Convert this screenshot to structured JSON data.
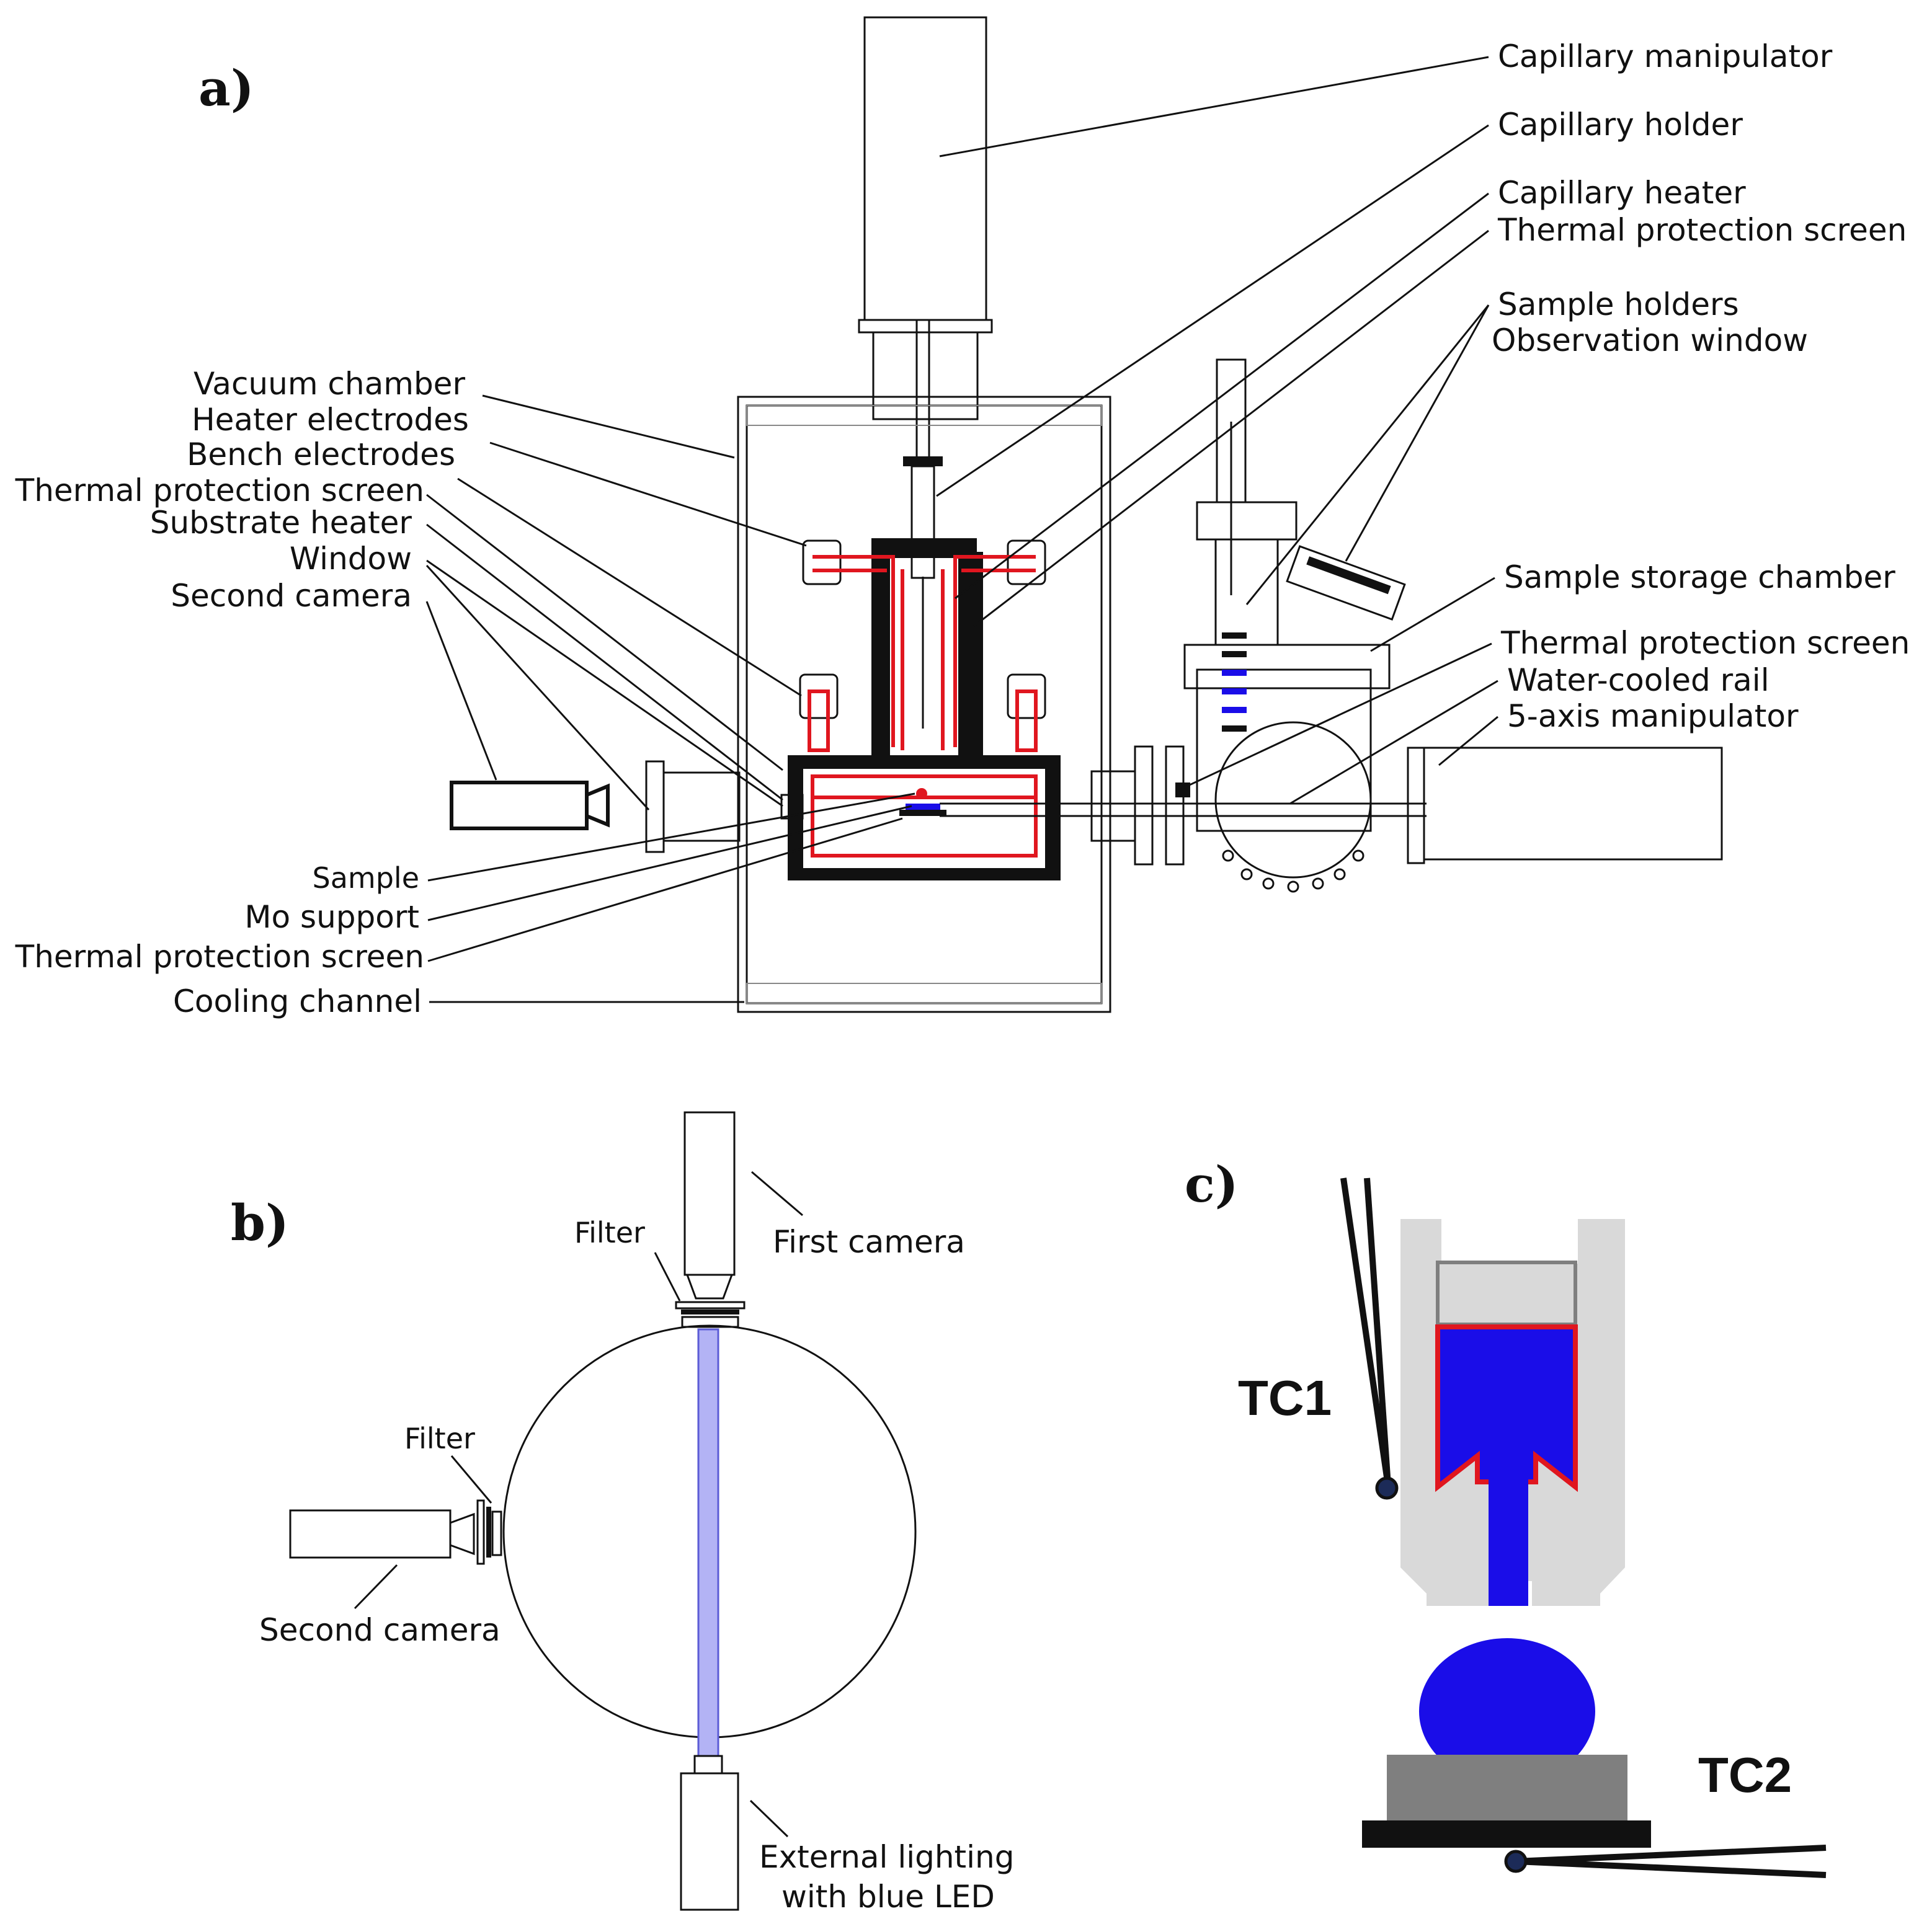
{
  "panels": {
    "a": "a)",
    "b": "b)",
    "c": "c)"
  },
  "panel_a": {
    "labels_right": {
      "capillary_manipulator": "Capillary manipulator",
      "capillary_holder": "Capillary holder",
      "capillary_heater": "Capillary heater",
      "thermal_protection_screen_1": "Thermal protection screen",
      "sample_holders": "Sample holders",
      "observation_window": "Observation window",
      "sample_storage_chamber": "Sample storage chamber",
      "thermal_protection_screen_2": "Thermal protection screen",
      "water_cooled_rail": "Water-cooled rail",
      "five_axis_manipulator": "5-axis manipulator"
    },
    "labels_left": {
      "vacuum_chamber": "Vacuum chamber",
      "heater_electrodes": "Heater electrodes",
      "bench_electrodes": "Bench electrodes",
      "thermal_protection_screen_3": "Thermal protection screen",
      "substrate_heater": "Substrate heater",
      "window": "Window",
      "second_camera": "Second camera",
      "sample": "Sample",
      "mo_support": "Mo support",
      "thermal_protection_screen_4": "Thermal protection screen",
      "cooling_channel": "Cooling channel"
    }
  },
  "panel_b": {
    "filter_top": "Filter",
    "first_camera": "First camera",
    "filter_left": "Filter",
    "second_camera": "Second camera",
    "external_lighting_1": "External lighting",
    "external_lighting_2": "with blue LED"
  },
  "panel_c": {
    "tc1": "TC1",
    "tc2": "TC2"
  },
  "colors": {
    "heater_red": "#e0161f",
    "sample_blue": "#1a0de8",
    "beam_blue": "#b3b3f5",
    "holder_grey": "#d9d9d9",
    "support_grey": "#7f7f7f"
  }
}
